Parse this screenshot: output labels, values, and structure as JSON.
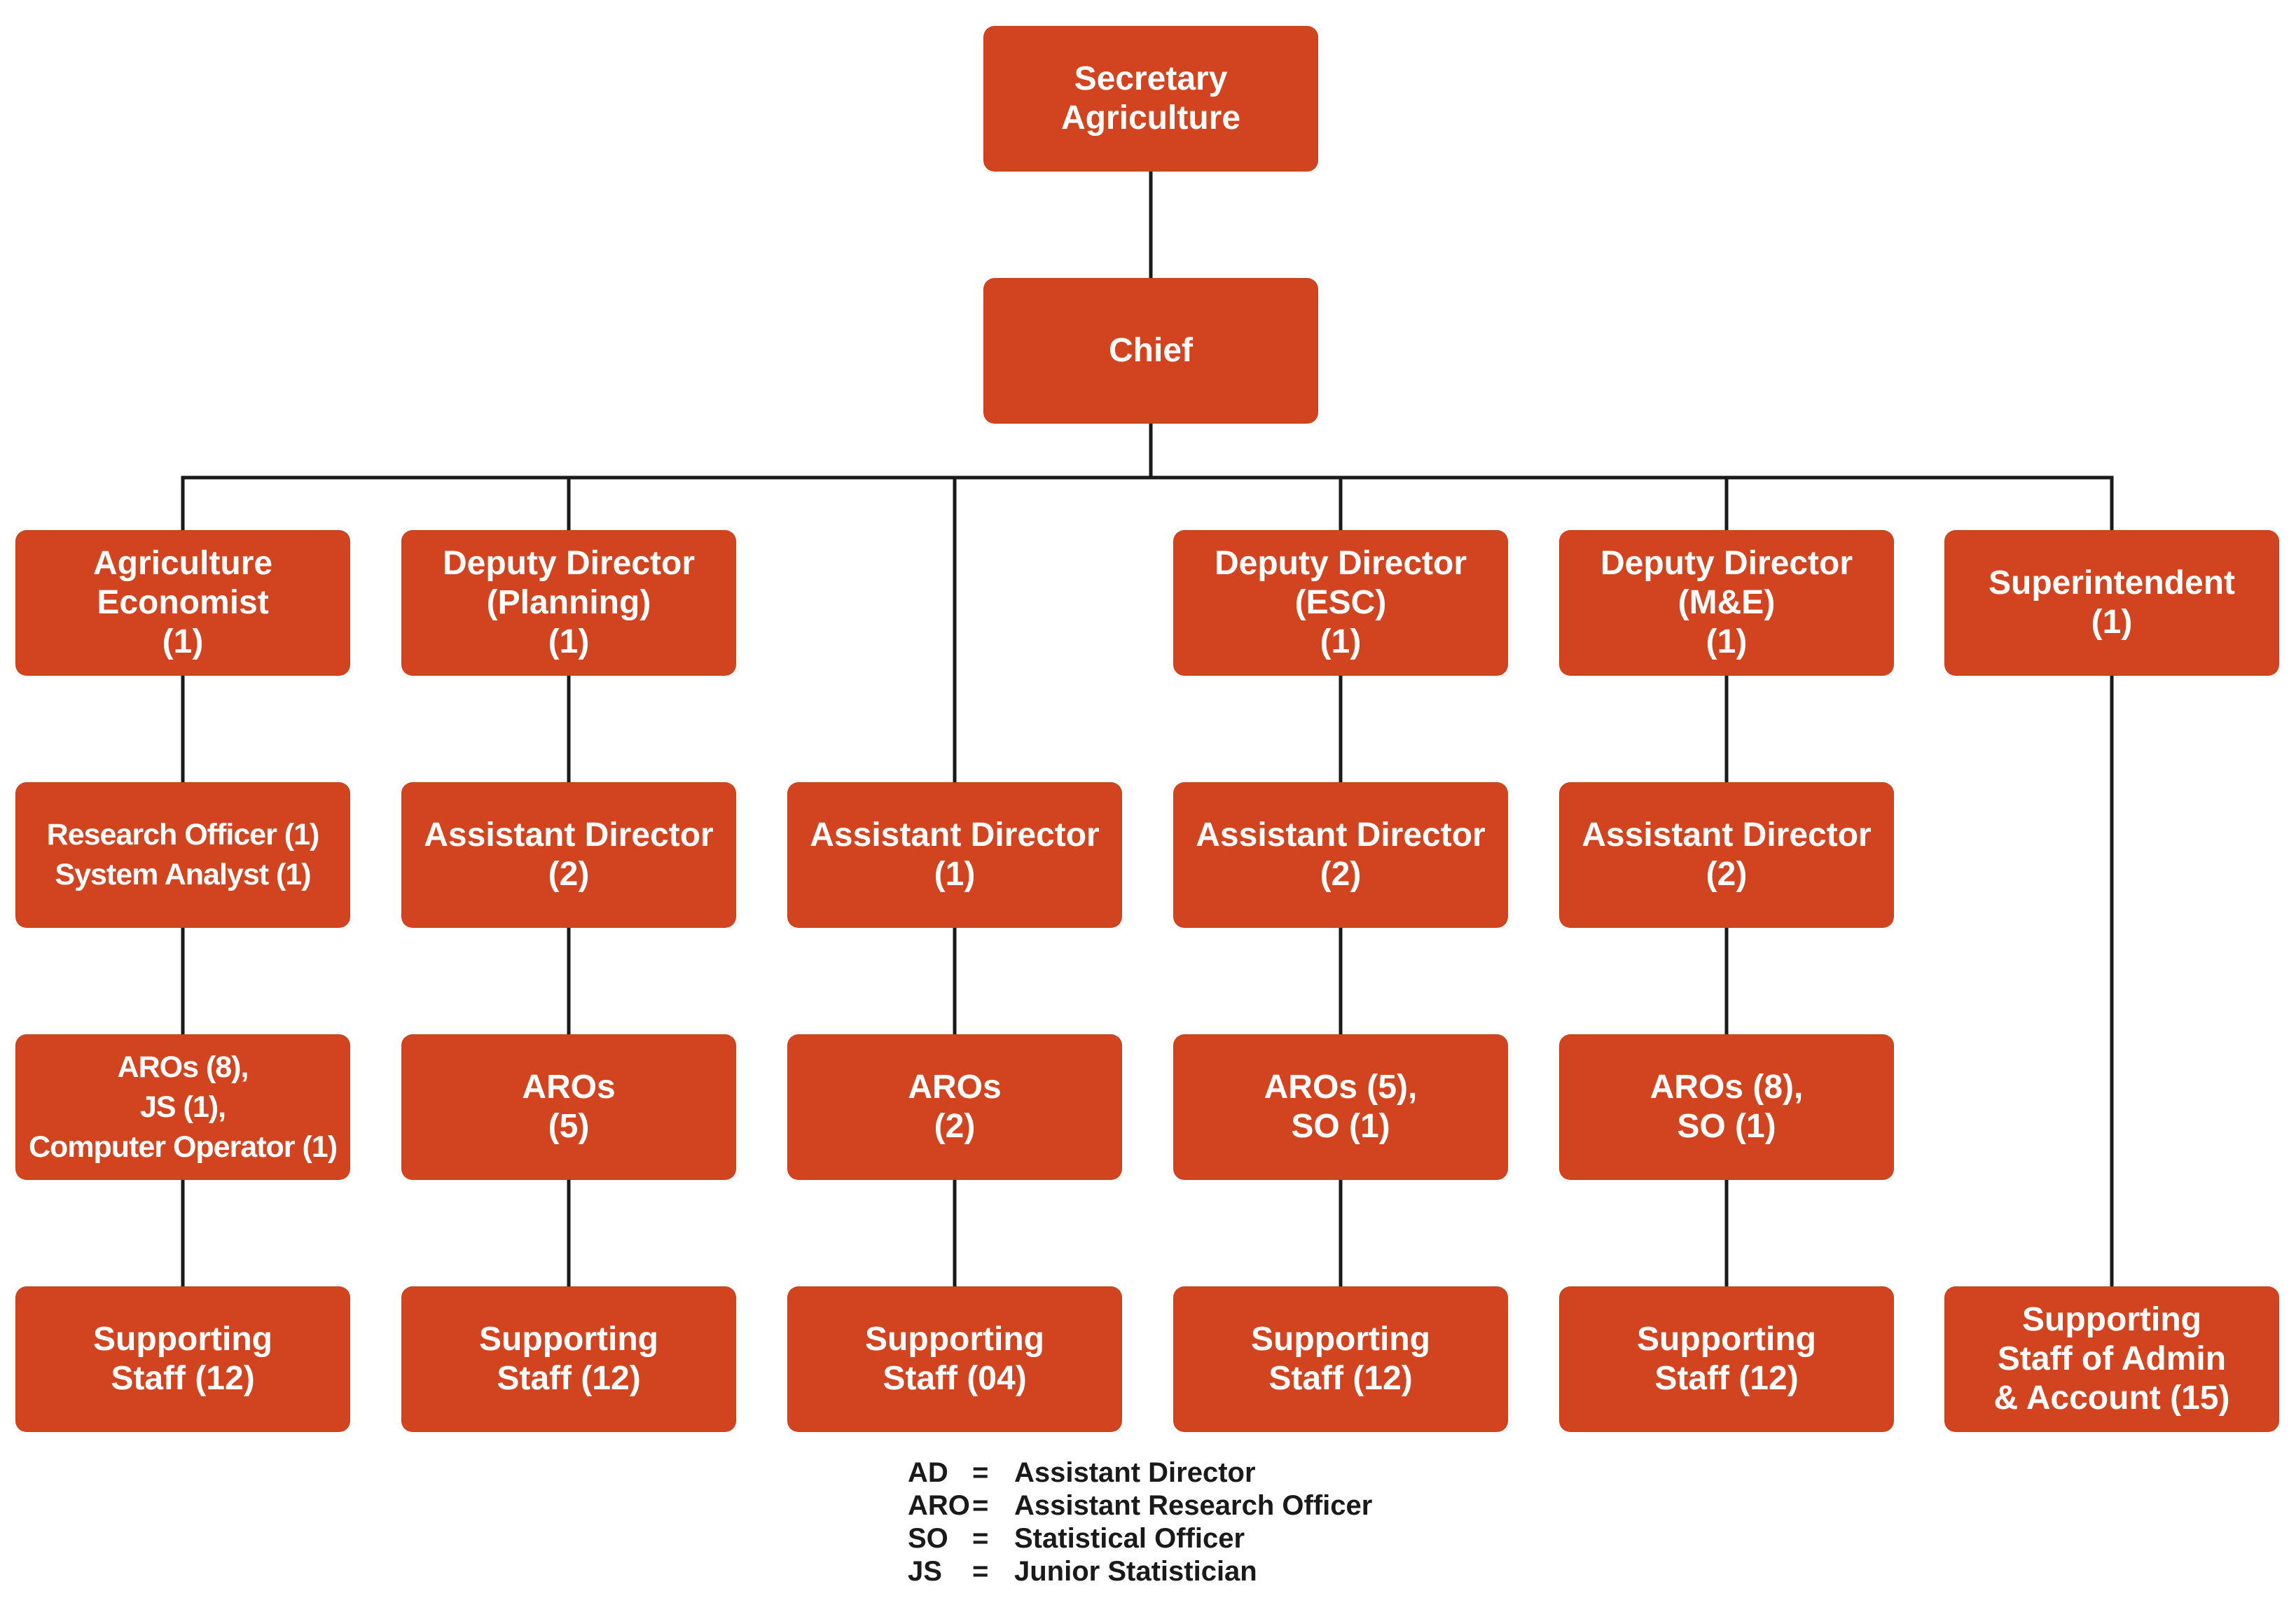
{
  "chart": {
    "nodes": {
      "secretary": "Secretary\nAgriculture",
      "chief": "Chief",
      "agri_economist": "Agriculture\nEconomist\n(1)",
      "dd_planning": "Deputy Director\n(Planning)\n(1)",
      "dd_esc": "Deputy Director\n(ESC)\n(1)",
      "dd_me": "Deputy Director\n(M&E)\n(1)",
      "superintendent": "Superintendent\n(1)",
      "research_officer": "Research Officer (1)\nSystem Analyst (1)",
      "ad_planning": "Assistant Director\n(2)",
      "ad_center": "Assistant Director\n(1)",
      "ad_esc": "Assistant Director\n(2)",
      "ad_me": "Assistant Director\n(2)",
      "aros_economist": "AROs (8),\nJS (1),\nComputer Operator (1)",
      "aros_planning": "AROs\n(5)",
      "aros_center": "AROs\n(2)",
      "aros_esc": "AROs (5),\nSO (1)",
      "aros_me": "AROs (8),\nSO (1)",
      "staff_economist": "Supporting\nStaff (12)",
      "staff_planning": "Supporting\nStaff (12)",
      "staff_center": "Supporting\nStaff (04)",
      "staff_esc": "Supporting\nStaff (12)",
      "staff_me": "Supporting\nStaff (12)",
      "staff_admin": "Supporting\nStaff of Admin\n& Account (15)"
    },
    "colors": {
      "box_fill": "#d2441f",
      "box_text": "#ffffff",
      "connector": "#1a1a1a"
    }
  },
  "legend": [
    {
      "abbr": "AD",
      "eq": "=",
      "meaning": "Assistant Director"
    },
    {
      "abbr": "ARO",
      "eq": "=",
      "meaning": "Assistant Research Officer"
    },
    {
      "abbr": "SO",
      "eq": "=",
      "meaning": "Statistical Officer"
    },
    {
      "abbr": "JS",
      "eq": "=",
      "meaning": "Junior Statistician"
    }
  ]
}
